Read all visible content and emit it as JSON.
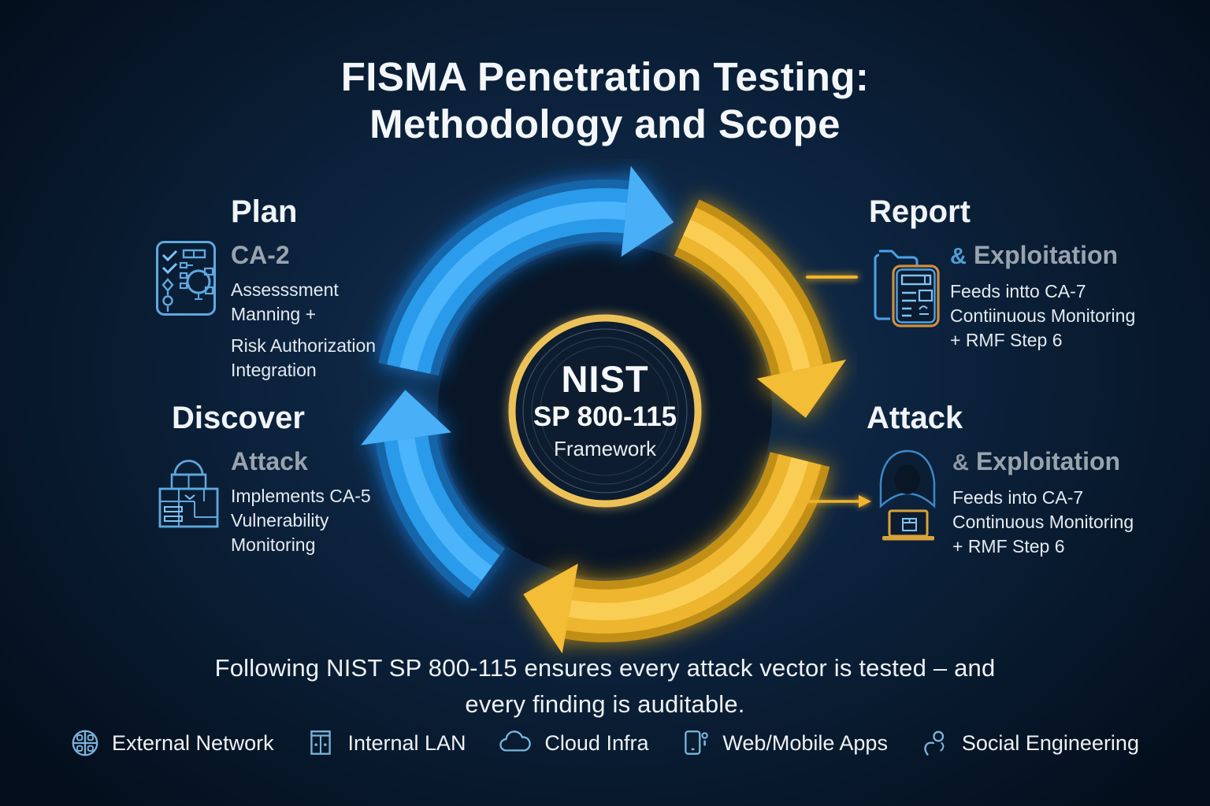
{
  "title": {
    "line1": "FISMA Penetration Testing:",
    "line2": "Methodology and Scope"
  },
  "center": {
    "line1": "NIST",
    "line2": "SP 800-115",
    "line3": "Framework"
  },
  "phases": [
    {
      "id": "plan",
      "heading": "Plan",
      "subheading": "CA-2",
      "body_lines": [
        "Assesssment",
        "Manning +",
        "Risk Authorization",
        "Integration"
      ],
      "icon": "clipboard-checklist-icon"
    },
    {
      "id": "report",
      "heading": "Report",
      "amp": "&",
      "subheading": "Exploitation",
      "body_lines": [
        "Feeds intto CA-7",
        "Contiinuous Monitoring",
        "+ RMF Step 6"
      ],
      "icon": "report-folder-icon"
    },
    {
      "id": "discover",
      "heading": "Discover",
      "subheading": "Attack",
      "body_lines": [
        "Implements CA-5",
        "Vulnerability",
        "Monitoring"
      ],
      "icon": "surveillance-building-icon"
    },
    {
      "id": "attack",
      "heading": "Attack",
      "amp": "&",
      "subheading": "Exploitation",
      "body_lines": [
        "Feeds into CA-7",
        "Continuous Monitoring",
        "+ RMF Step 6"
      ],
      "icon": "hacker-laptop-icon"
    }
  ],
  "footnote": {
    "line1": "Following NIST SP 800-115 ensures every attack vector is tested – and",
    "line2": "every finding is auditable."
  },
  "legend": {
    "items": [
      {
        "label": "External Network",
        "icon": "globe-icon"
      },
      {
        "label": "Internal LAN",
        "icon": "server-rack-icon"
      },
      {
        "label": "Cloud Infra",
        "icon": "cloud-icon"
      },
      {
        "label": "Web/Mobile Apps",
        "icon": "mobile-phone-icon"
      },
      {
        "label": "Social Engineering",
        "icon": "phishing-hook-icon"
      }
    ]
  },
  "colors": {
    "blue_arc": "#2d9ff2",
    "gold_arc": "#f0b42c",
    "gold_ring": "#ecc258",
    "muted_text": "#99a3ae",
    "body_text": "#e4eaf0",
    "amp_blue": "#4d9fd6",
    "icon_blue": "#5fa8df"
  }
}
